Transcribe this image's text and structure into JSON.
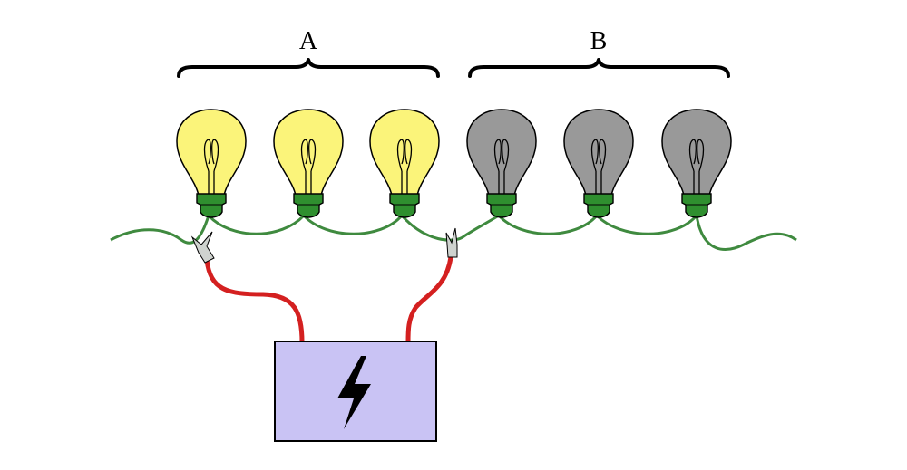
{
  "groups": [
    {
      "label": "A",
      "bulb_state": "lit"
    },
    {
      "label": "B",
      "bulb_state": "unlit"
    }
  ],
  "bulbs": [
    {
      "group": "A",
      "state": "lit"
    },
    {
      "group": "A",
      "state": "lit"
    },
    {
      "group": "A",
      "state": "lit"
    },
    {
      "group": "B",
      "state": "unlit"
    },
    {
      "group": "B",
      "state": "unlit"
    },
    {
      "group": "B",
      "state": "unlit"
    }
  ],
  "colors": {
    "lit_bulb": "#fbf47a",
    "unlit_bulb": "#999999",
    "socket": "#2f8f2f",
    "wire": "#3f8a3f",
    "lead": "#d42020",
    "battery": "#c9c3f4"
  },
  "battery": {
    "icon": "lightning-bolt-icon"
  }
}
